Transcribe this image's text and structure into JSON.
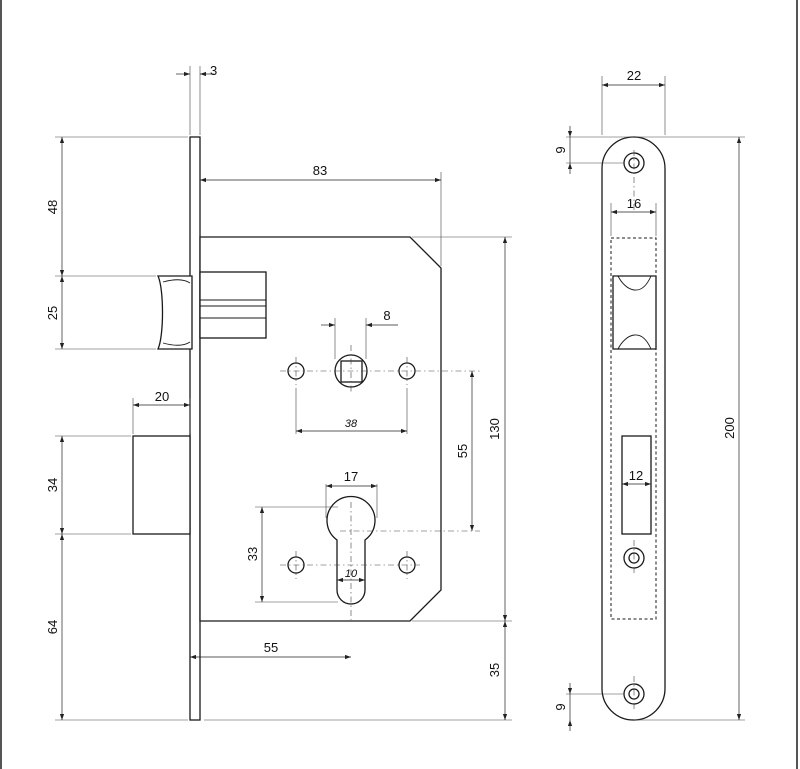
{
  "dimensions": {
    "faceplate_thickness": "3",
    "case_depth": "83",
    "top_to_latch": "48",
    "latch_height": "25",
    "deadbolt_throw": "20",
    "deadbolt_height": "34",
    "deadbolt_to_bottom": "64",
    "spindle_square": "8",
    "spindle_screw_spacing": "38",
    "spindle_to_cylinder": "55",
    "case_height": "130",
    "cylinder_width": "17",
    "cylinder_height": "33",
    "cylinder_slot": "10",
    "backset": "55",
    "case_bottom_offset": "35",
    "strike_width": "22",
    "strike_top_hole": "9",
    "latch_window_width": "16",
    "strike_length": "200",
    "bolt_window_width": "12",
    "strike_bottom_hole": "9"
  }
}
